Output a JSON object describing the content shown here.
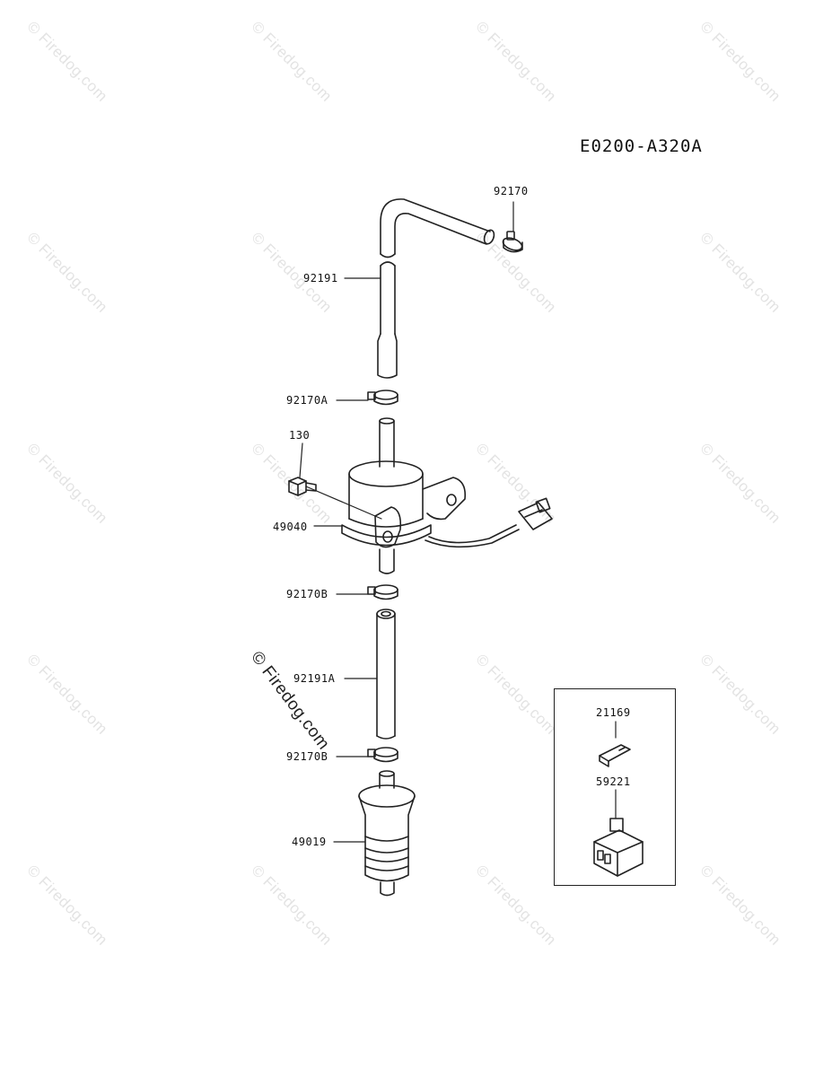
{
  "diagram": {
    "code": "E0200-A320A"
  },
  "watermark": {
    "text": "© Firedog.com",
    "center_text": "© Firedog.com"
  },
  "parts": [
    {
      "id": "92170",
      "label": "92170"
    },
    {
      "id": "92191",
      "label": "92191"
    },
    {
      "id": "92170A",
      "label": "92170A"
    },
    {
      "id": "130",
      "label": "130"
    },
    {
      "id": "49040",
      "label": "49040"
    },
    {
      "id": "92170B_upper",
      "label": "92170B"
    },
    {
      "id": "92191A",
      "label": "92191A"
    },
    {
      "id": "92170B_lower",
      "label": "92170B"
    },
    {
      "id": "49019",
      "label": "49019"
    }
  ],
  "inset": {
    "parts": [
      {
        "id": "21169",
        "label": "21169"
      },
      {
        "id": "59221",
        "label": "59221"
      }
    ]
  }
}
